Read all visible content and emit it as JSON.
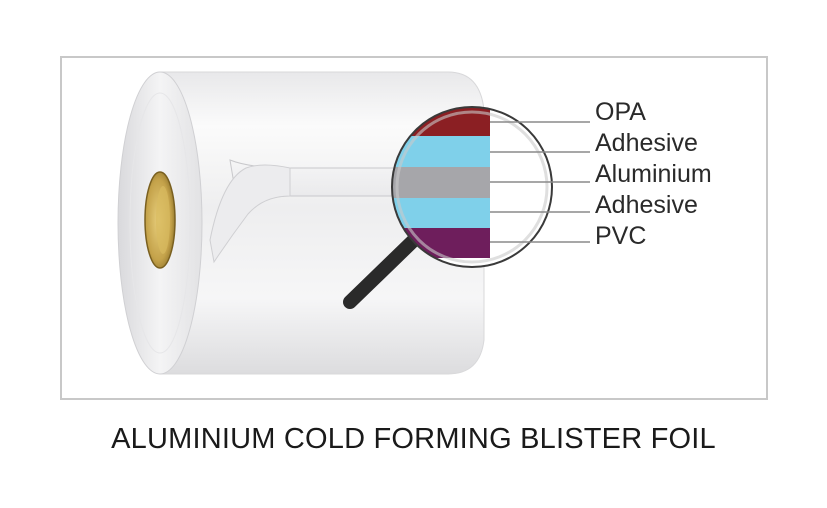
{
  "caption": "ALUMINIUM COLD FORMING BLISTER FOIL",
  "layers": [
    {
      "label": "OPA",
      "color": "#8b1f23"
    },
    {
      "label": "Adhesive",
      "color": "#7fd0ea"
    },
    {
      "label": "Aluminium",
      "color": "#a6a6aa"
    },
    {
      "label": "Adhesive",
      "color": "#7fd0ea"
    },
    {
      "label": "PVC",
      "color": "#6e1e5c"
    }
  ],
  "colors": {
    "frame": "#c8c8c8",
    "core": "#c4a24a",
    "handle": "#2a2a2a"
  }
}
